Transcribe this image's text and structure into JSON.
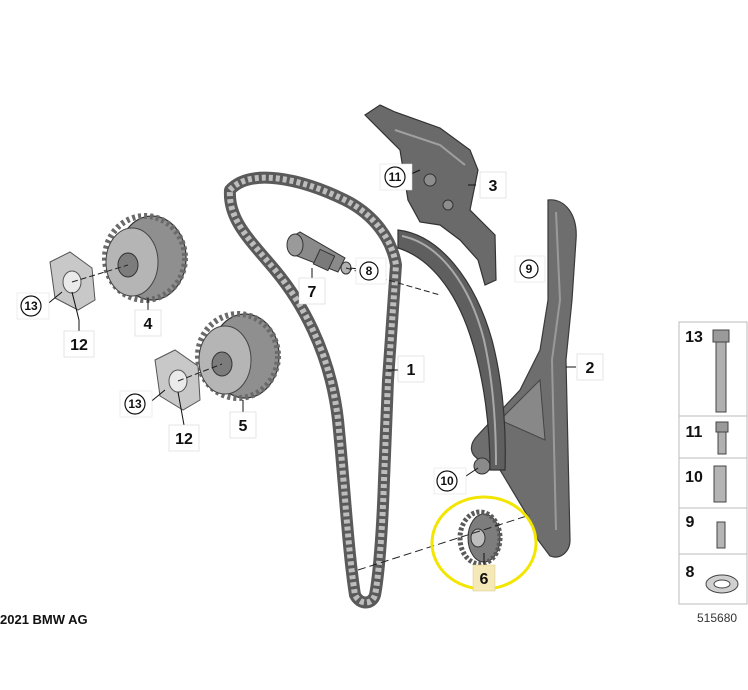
{
  "callouts": {
    "p1": "1",
    "p2": "2",
    "p3": "3",
    "p4": "4",
    "p5": "5",
    "p6": "6",
    "p7": "7",
    "p8": "8",
    "p9": "9",
    "p10": "10",
    "p11": "11",
    "p12a": "12",
    "p12b": "12",
    "p13a": "13",
    "p13b": "13"
  },
  "side_panel": [
    "13",
    "11",
    "10",
    "9",
    "8"
  ],
  "footer": {
    "copyright": "2021 BMW AG",
    "reference": "515680"
  },
  "highlight_color": "#f2e600",
  "tag_color": "#f5e9b8"
}
